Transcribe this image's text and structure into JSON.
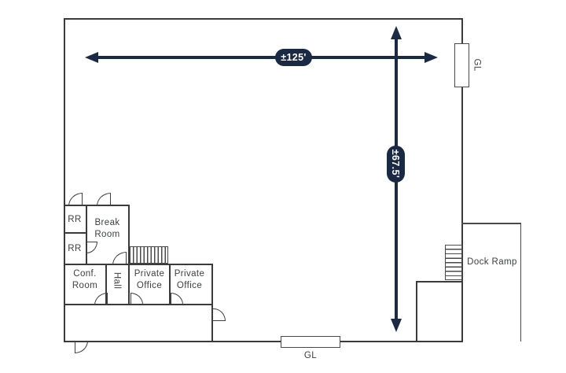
{
  "colors": {
    "wall": "#3b3b3b",
    "accent_navy": "#1b2a44",
    "label_text": "#3e4042",
    "background": "#ffffff"
  },
  "dimensions": {
    "width_label": "±125'",
    "depth_label": "±67.5'"
  },
  "rooms": {
    "rr_top": "RR",
    "rr_bottom": "RR",
    "break_room": "Break Room",
    "conf_room": "Conf. Room",
    "hall": "Hall",
    "private_office_1": "Private Office",
    "private_office_2": "Private Office"
  },
  "features": {
    "dock_ramp": "Dock Ramp",
    "glass_line_right": "GL",
    "glass_line_bottom": "GL"
  }
}
